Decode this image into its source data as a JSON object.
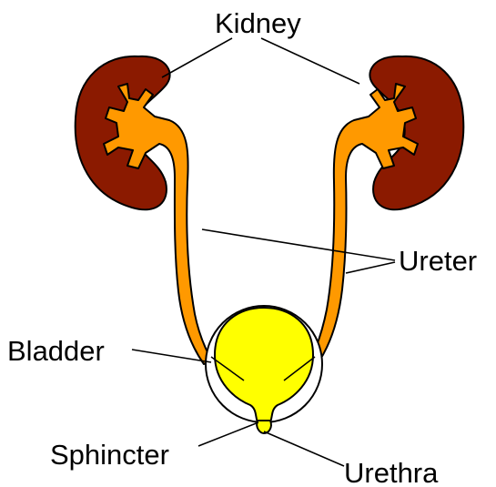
{
  "labels": {
    "kidney": "Kidney",
    "ureter": "Ureter",
    "bladder": "Bladder",
    "sphincter": "Sphincter",
    "urethra": "Urethra"
  },
  "colors": {
    "kidney": "#8B1A00",
    "pelvis_ureter": "#FF9900",
    "bladder": "#FFFF00",
    "outline": "#000000"
  }
}
